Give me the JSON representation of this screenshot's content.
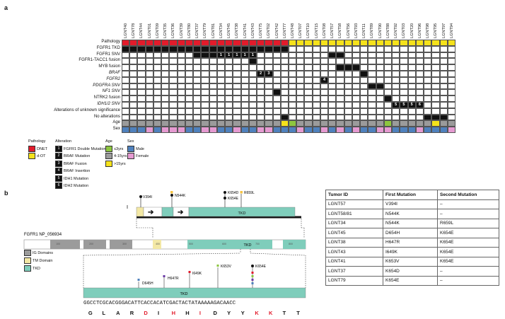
{
  "panel_a": {
    "letter": "a",
    "columns": [
      "LGNT40",
      "LGNT78",
      "LGNT44",
      "LGNT01",
      "LGNT09",
      "LGNT35",
      "LGNT36",
      "LGNT39",
      "LGNT80",
      "LGNT37",
      "LGNT79",
      "LGNT81",
      "LGNT34",
      "LGNT45",
      "LGNT38",
      "LGNT41",
      "LGNT43",
      "LGNT75",
      "LGNT02",
      "LGNT42",
      "LGNT77",
      "LGNT48",
      "LGNT07",
      "LGNT10",
      "LGNT15",
      "LGNT08",
      "LGNT57",
      "LGNT58",
      "LGNT56",
      "LGNT93",
      "LGNT11",
      "LGNT89",
      "LGNT90",
      "LGNT88",
      "LGNT92",
      "LGNT03",
      "LGNT20",
      "LGNT96",
      "LGNT98",
      "LGNT95",
      "LGNT97",
      "LGNT94"
    ],
    "rows": [
      "Pathology",
      "FGFR1 TKD",
      "FGFR1 SNV",
      "FGFR1-TACC1 fusion",
      "MYB fusion",
      "BRAF",
      "FGFR2",
      "PDGFRA SNV",
      "NF1 SNV",
      "NTRK2 fusion",
      "IDH1/2 SNV",
      "Alterations of unknown significance",
      "No alterations",
      "Age",
      "Sex"
    ],
    "pathology": [
      "D",
      "D",
      "D",
      "D",
      "D",
      "D",
      "D",
      "D",
      "D",
      "D",
      "D",
      "D",
      "D",
      "D",
      "D",
      "D",
      "D",
      "D",
      "D",
      "D",
      "D",
      "E",
      "E",
      "E",
      "E",
      "E",
      "E",
      "E",
      "E",
      "E",
      "E",
      "E",
      "E",
      "E",
      "E",
      "E",
      "E",
      "E",
      "E",
      "E",
      "E",
      "E"
    ],
    "age": [
      "gray",
      "gray",
      "gray",
      "gray",
      "gray",
      "gray",
      "gray",
      "gray",
      "gray",
      "gray",
      "gray",
      "gray",
      "gray",
      "gray",
      "gray",
      "gray",
      "gray",
      "gray",
      "gray",
      "gray",
      "yellow",
      "green",
      "gray",
      "gray",
      "gray",
      "gray",
      "gray",
      "gray",
      "gray",
      "gray",
      "gray",
      "gray",
      "gray",
      "green",
      "gray",
      "gray",
      "gray",
      "gray",
      "gray",
      "yellow",
      "gray",
      "gray"
    ],
    "sex": [
      "M",
      "M",
      "M",
      "F",
      "M",
      "F",
      "F",
      "F",
      "M",
      "M",
      "F",
      "F",
      "M",
      "M",
      "F",
      "M",
      "M",
      "F",
      "F",
      "M",
      "M",
      "M",
      "F",
      "M",
      "M",
      "F",
      "M",
      "F",
      "M",
      "F",
      "M",
      "M",
      "F",
      "F",
      "M",
      "M",
      "M",
      "F",
      "M",
      "M",
      "M",
      "F"
    ],
    "events": [
      {
        "row": 1,
        "cols": [
          0,
          1,
          2,
          3,
          4,
          5,
          6,
          7,
          8,
          9,
          10,
          11,
          12,
          13,
          14,
          15,
          16,
          17,
          18,
          19,
          20
        ],
        "label": ""
      },
      {
        "row": 2,
        "cols": [
          9,
          10,
          11
        ],
        "label": ""
      },
      {
        "row": 2,
        "cols": [
          12
        ],
        "label": "1"
      },
      {
        "row": 2,
        "cols": [
          13
        ],
        "label": "1"
      },
      {
        "row": 2,
        "cols": [
          14
        ],
        "label": "1"
      },
      {
        "row": 2,
        "cols": [
          15
        ],
        "label": "1"
      },
      {
        "row": 2,
        "cols": [
          16
        ],
        "label": "1"
      },
      {
        "row": 2,
        "cols": [
          26
        ],
        "label": ""
      },
      {
        "row": 2,
        "cols": [
          27
        ],
        "label": ""
      },
      {
        "row": 3,
        "cols": [
          16
        ],
        "label": ""
      },
      {
        "row": 4,
        "cols": [
          27
        ],
        "label": ""
      },
      {
        "row": 4,
        "cols": [
          28
        ],
        "label": ""
      },
      {
        "row": 4,
        "cols": [
          29
        ],
        "label": ""
      },
      {
        "row": 5,
        "cols": [
          17
        ],
        "label": "2"
      },
      {
        "row": 5,
        "cols": [
          18
        ],
        "label": "3"
      },
      {
        "row": 5,
        "cols": [
          30
        ],
        "label": ""
      },
      {
        "row": 6,
        "cols": [
          25
        ],
        "label": "4"
      },
      {
        "row": 7,
        "cols": [
          31
        ],
        "label": ""
      },
      {
        "row": 7,
        "cols": [
          32
        ],
        "label": ""
      },
      {
        "row": 8,
        "cols": [
          19
        ],
        "label": ""
      },
      {
        "row": 9,
        "cols": [
          33
        ],
        "label": ""
      },
      {
        "row": 10,
        "cols": [
          34
        ],
        "label": "5"
      },
      {
        "row": 10,
        "cols": [
          35
        ],
        "label": "5"
      },
      {
        "row": 10,
        "cols": [
          36
        ],
        "label": "5"
      },
      {
        "row": 10,
        "cols": [
          37
        ],
        "label": "6"
      },
      {
        "row": 12,
        "cols": [
          38,
          39,
          40
        ],
        "label": ""
      },
      {
        "row": 12,
        "cols": [
          20
        ],
        "label": ""
      }
    ],
    "legend": {
      "pathology_title": "Pathology",
      "pathology_items": [
        {
          "label": "DNET",
          "color": "#e21b2b"
        },
        {
          "label": "d-OT",
          "color": "#f5e21b"
        }
      ],
      "alteration_title": "Alteration",
      "alteration_items": [
        {
          "num": "1",
          "label": "FGFR1 Double Mutation"
        },
        {
          "num": "2",
          "label": "BRAF Mutation"
        },
        {
          "num": "3",
          "label": "BRAF Fusion"
        },
        {
          "num": "4",
          "label": "BRAF Insertion"
        },
        {
          "num": "5",
          "label": "IDH1 Mutation"
        },
        {
          "num": "6",
          "label": "IDH2 Mutation"
        }
      ],
      "age_title": "Age",
      "age_items": [
        {
          "label": "≤3yrs",
          "color": "#8dc63f"
        },
        {
          "label": "4-15yrs",
          "color": "#9b9b9b"
        },
        {
          "label": ">15yrs",
          "color": "#f5e21b"
        }
      ],
      "sex_title": "Sex",
      "sex_items": [
        {
          "label": "Male",
          "color": "#4f81bd"
        },
        {
          "label": "Female",
          "color": "#e59ad1"
        }
      ]
    }
  },
  "panel_b": {
    "letter": "b",
    "protein_label": "FGFR1 NP_056934",
    "tkd_label": "TKD",
    "tkd_label_zoom": "TKD",
    "tkd_label_top": "TKD",
    "top_mutations": {
      "v394i": "V394I",
      "n544k": "N544K",
      "k654d": "K654D",
      "k654e": "K654E",
      "r659l": "R659L"
    },
    "zoom_mutations": {
      "d645h": "D645H",
      "h647r": "H647R",
      "i649k": "I649K",
      "k653v": "K653V",
      "k654e": "K654E"
    },
    "domain_legend": [
      {
        "label": "IG Domains",
        "color": "#9b9b9b"
      },
      {
        "label": "TM Domain",
        "color": "#f3e8a5"
      },
      {
        "label": "TKD",
        "color": "#7fcdbb"
      }
    ],
    "sequence": "GGCCTCGCACGGGACATTCACCACATCGACTACTATAAAAAGACAACC",
    "amino_acids": [
      {
        "aa": "G",
        "color": "#111111"
      },
      {
        "aa": "L",
        "color": "#111111"
      },
      {
        "aa": "A",
        "color": "#111111"
      },
      {
        "aa": "R",
        "color": "#111111"
      },
      {
        "aa": "D",
        "color": "#e21b2b"
      },
      {
        "aa": "I",
        "color": "#111111"
      },
      {
        "aa": "H",
        "color": "#e21b2b"
      },
      {
        "aa": "H",
        "color": "#111111"
      },
      {
        "aa": "I",
        "color": "#e21b2b"
      },
      {
        "aa": "D",
        "color": "#111111"
      },
      {
        "aa": "Y",
        "color": "#111111"
      },
      {
        "aa": "Y",
        "color": "#111111"
      },
      {
        "aa": "K",
        "color": "#e21b2b"
      },
      {
        "aa": "K",
        "color": "#e21b2b"
      },
      {
        "aa": "T",
        "color": "#111111"
      },
      {
        "aa": "T",
        "color": "#111111"
      }
    ],
    "axis_ticks": [
      "100",
      "200",
      "300",
      "400",
      "500",
      "600",
      "700",
      "800"
    ],
    "table": {
      "headers": [
        "Tumor ID",
        "First Mutation",
        "Second Mutation"
      ],
      "rows": [
        [
          "LGNT57",
          "V394I",
          "–"
        ],
        [
          "LGNT58/81",
          "N544K",
          "–"
        ],
        [
          "LGNT34",
          "N544K",
          "R659L"
        ],
        [
          "LGNT45",
          "D654H",
          "K654E"
        ],
        [
          "LGNT38",
          "H647R",
          "K654E"
        ],
        [
          "LGNT43",
          "I649K",
          "K654E"
        ],
        [
          "LGNT41",
          "K653V",
          "K654E"
        ],
        [
          "LGNT37",
          "K654D",
          "–"
        ],
        [
          "LGNT79",
          "K654E",
          "–"
        ]
      ]
    }
  }
}
